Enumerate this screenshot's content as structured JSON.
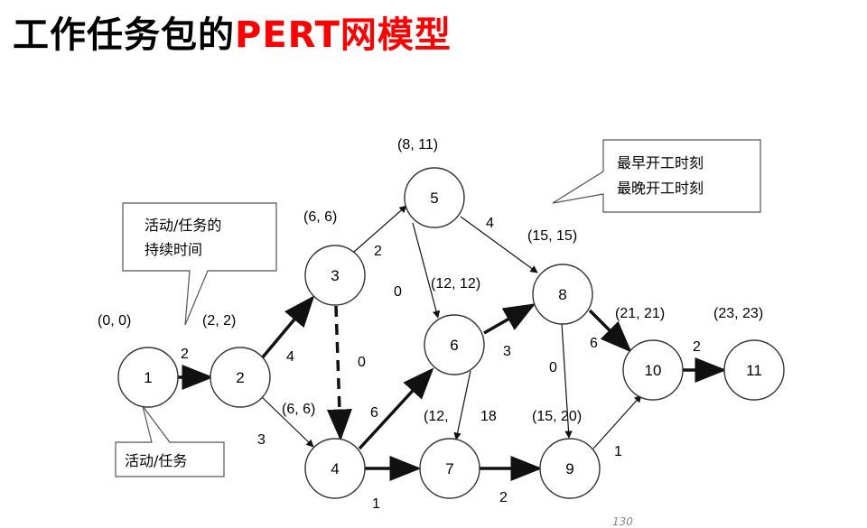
{
  "title": {
    "main": "工作任务包的",
    "accent": "PERT网模型"
  },
  "nodes": {
    "n1": "1",
    "n2": "2",
    "n3": "3",
    "n4": "4",
    "n5": "5",
    "n6": "6",
    "n7": "7",
    "n8": "8",
    "n9": "9",
    "n10": "10",
    "n11": "11"
  },
  "edges": {
    "e12": "2",
    "e23": "4",
    "e24": "3",
    "e34": "0",
    "e35": "2",
    "e47": "1",
    "e46": "6",
    "e56": "0",
    "e58": "4",
    "e68": "3",
    "e67": "18",
    "e79": "2",
    "e89": "0",
    "e810": "6",
    "e910": "1",
    "e1011": "2"
  },
  "times": {
    "t1": "(0, 0)",
    "t2": "(2, 2)",
    "t3": "(6, 6)",
    "t4": "(6, 6)",
    "t5": "(8, 11)",
    "t6": "(12, 12)",
    "t7": "(12,",
    "t8": "(15, 15)",
    "t9": "(15, 20)",
    "t10": "(21, 21)",
    "t11": "(23, 23)"
  },
  "callouts": {
    "duration_line1": "活动/任务的",
    "duration_line2": "持续时间",
    "activity": "活动/任务",
    "times_line1": "最早开工时刻",
    "times_line2": "最晚开工时刻"
  },
  "page_number": "130"
}
